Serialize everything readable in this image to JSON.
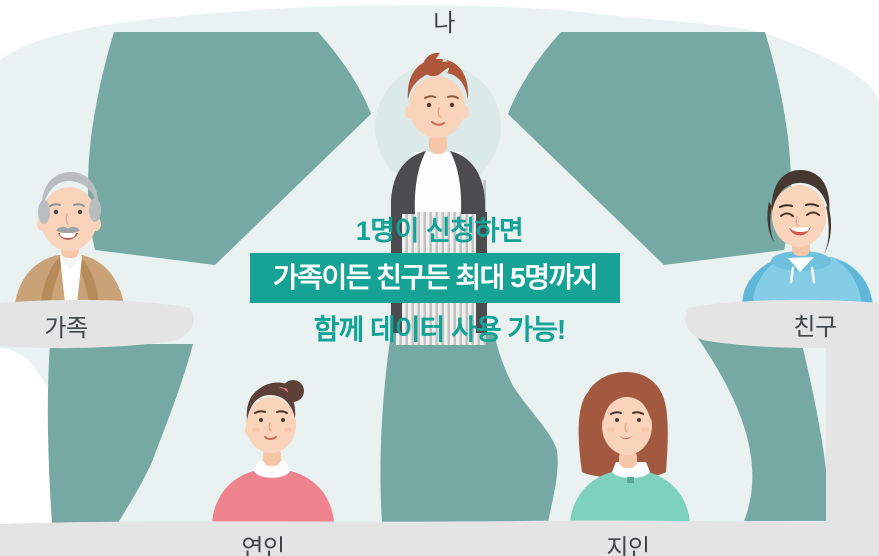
{
  "people": {
    "me": {
      "label": "나",
      "position": "top-center"
    },
    "family": {
      "label": "가족",
      "position": "middle-left"
    },
    "friend": {
      "label": "친구",
      "position": "middle-right"
    },
    "lover": {
      "label": "연인",
      "position": "bottom-left"
    },
    "acquaintance": {
      "label": "지인",
      "position": "bottom-right"
    }
  },
  "headline": {
    "line1": "1명이 신청하면",
    "line2": "가족이든 친구든 최대 5명까지",
    "line3": "함께 데이터 사용 가능!"
  },
  "colors": {
    "accent_teal_text": "#13a296",
    "banner_teal": "#17a296",
    "radiating_band_teal": "#76a9a4",
    "background_blob": "#e9f1f1",
    "center_halo": "#dce9e9",
    "gray_label_band": "#e4e4e4",
    "label_text": "#3f4447",
    "banner_text": "#ffffff"
  }
}
